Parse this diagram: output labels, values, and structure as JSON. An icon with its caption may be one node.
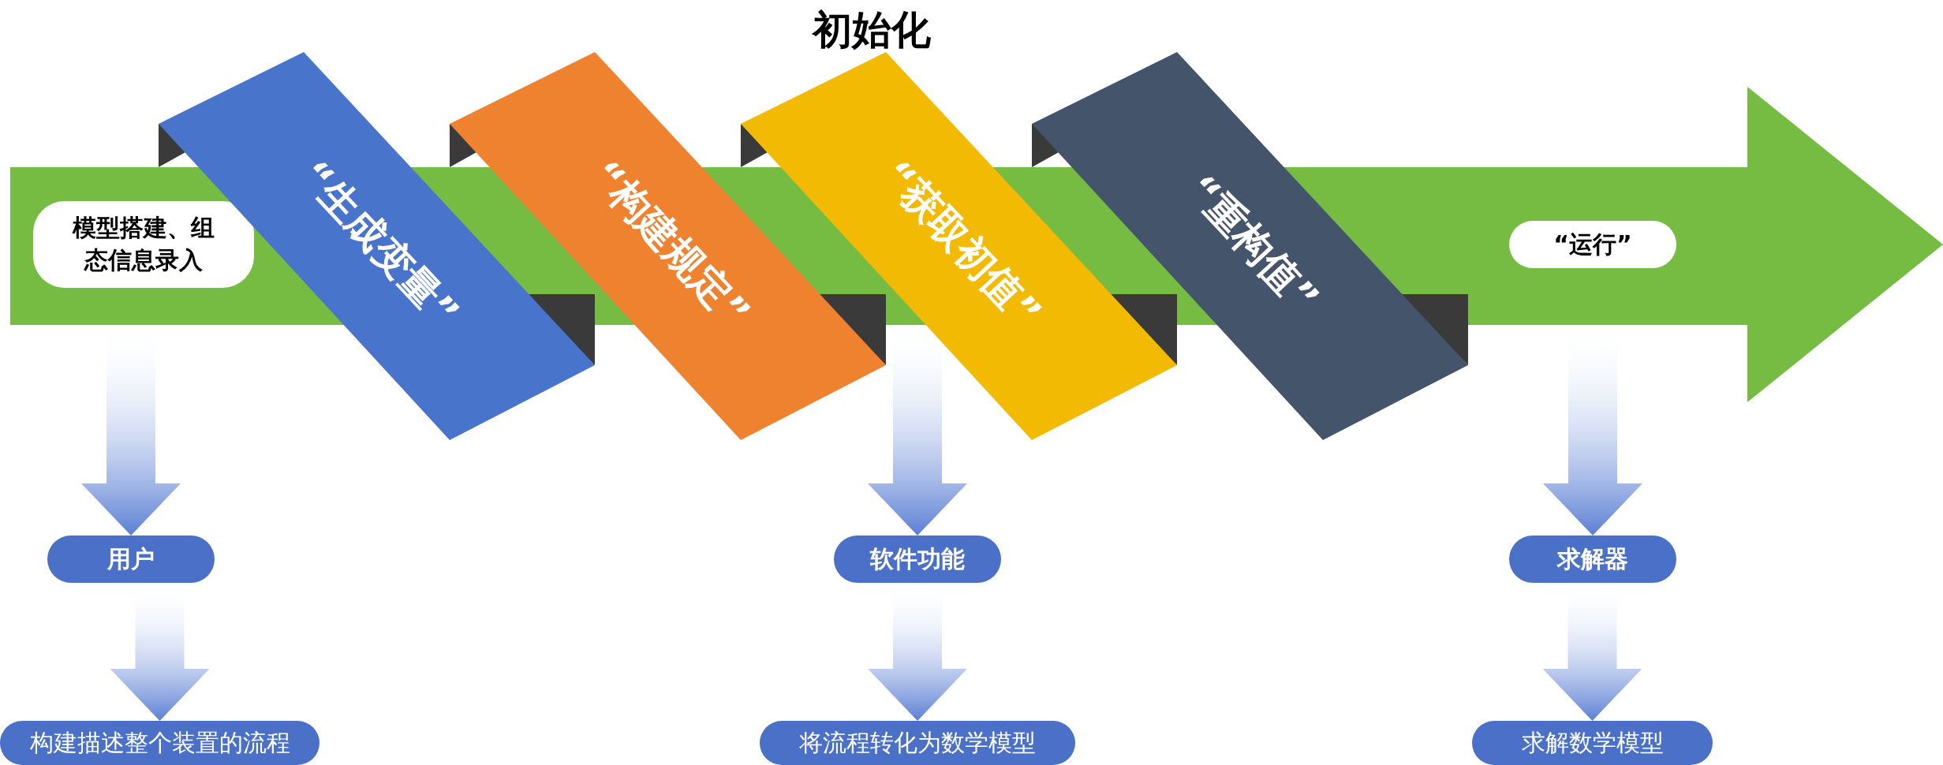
{
  "diagram": {
    "title": "初始化",
    "nodes": [
      {
        "text": [],
        "shape": "arrow"
      },
      {
        "text": [
          "模型搭建、组态信息录入"
        ],
        "in": 0
      },
      {
        "text": [
          "“生成变量”"
        ]
      },
      {
        "text": [
          "“构建规定”"
        ]
      },
      {
        "text": [
          "“获取初值”"
        ]
      },
      {
        "text": [
          "“重构值”"
        ]
      },
      {
        "text": [
          "“运行”"
        ],
        "in": 0
      },
      {
        "text": [
          "用户"
        ]
      },
      {
        "text": [
          "构建描述整个装置的流程"
        ]
      },
      {
        "text": [
          "软件功能"
        ]
      },
      {
        "text": [
          "将流程转化为数学模型"
        ]
      },
      {
        "text": [
          "求解器"
        ]
      },
      {
        "text": [
          "求解数学模型"
        ]
      }
    ],
    "edges": [
      {
        "from": 0,
        "to": 7,
        "arrow": "to"
      },
      {
        "from": 7,
        "to": 8,
        "arrow": "to"
      },
      {
        "from": 0,
        "to": 9,
        "arrow": "to"
      },
      {
        "from": 9,
        "to": 10,
        "arrow": "to"
      },
      {
        "from": 0,
        "to": 11,
        "arrow": "to"
      },
      {
        "from": 11,
        "to": 12,
        "arrow": "to"
      }
    ]
  }
}
